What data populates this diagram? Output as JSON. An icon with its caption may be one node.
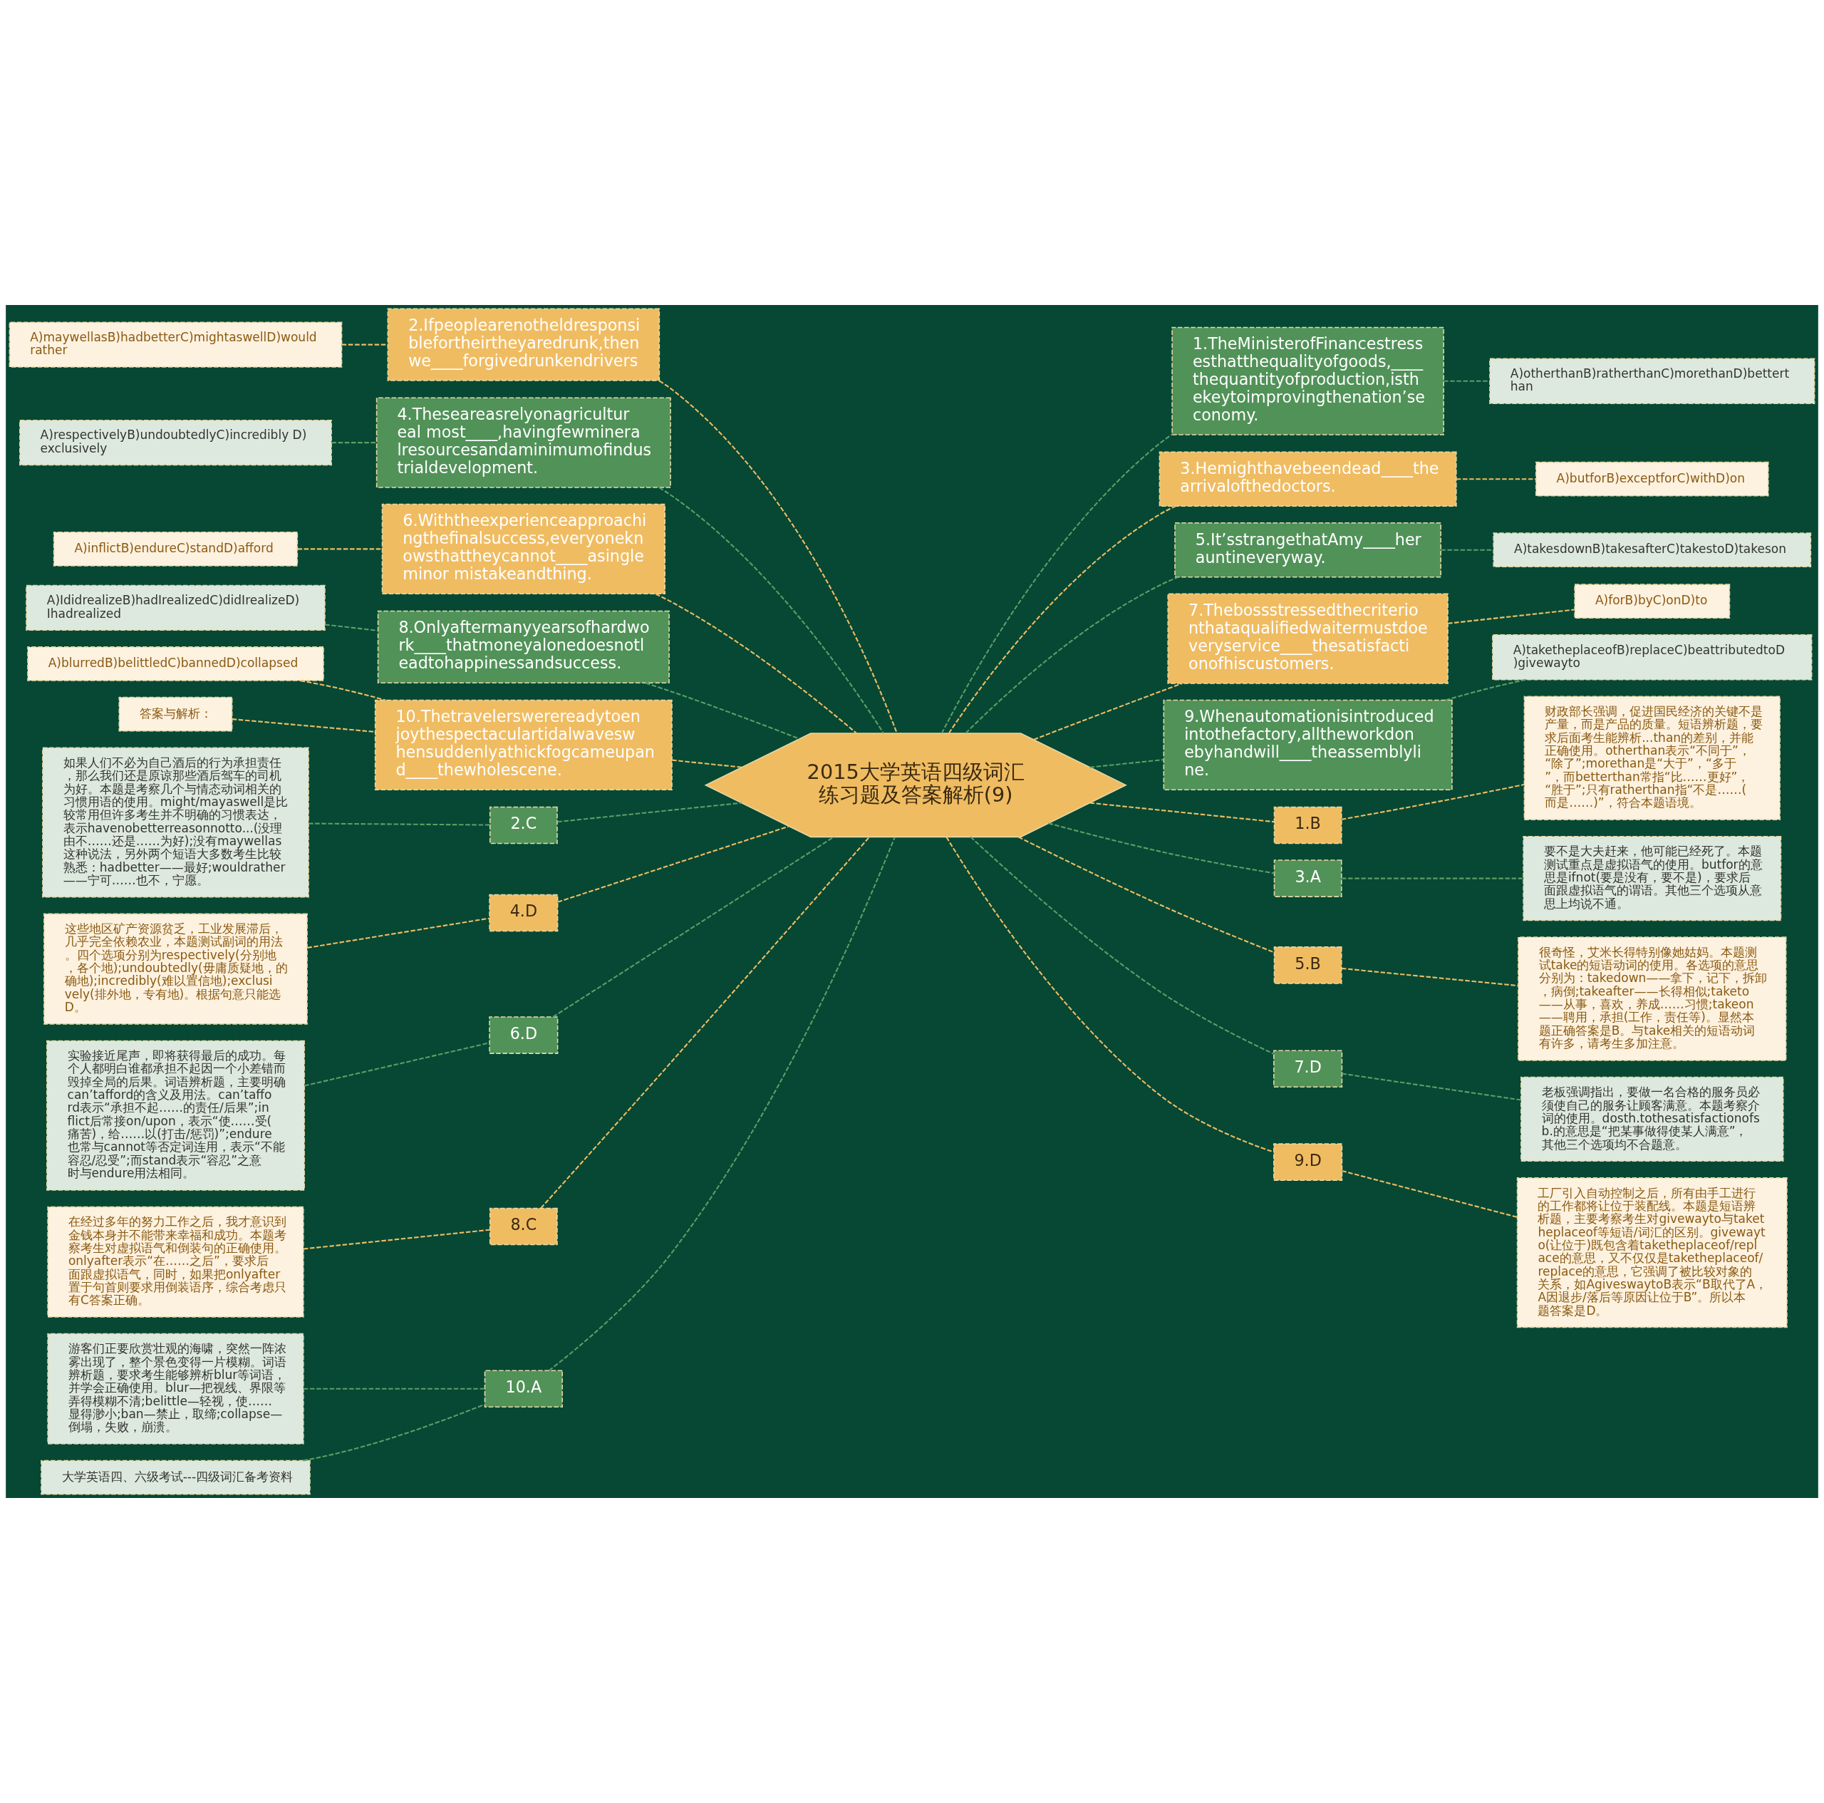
{
  "diagram": {
    "nodes": [
      {
        "text": [
          "2015大学英语四级词汇练习题及答案解析(9)"
        ]
      },
      {
        "text": [
          "2.Ifpeoplearenotheldresponsiblefortheirtheyaredrunk,thenwe____forgivedrunkendrivers"
        ]
      },
      {
        "text": [
          "A)maywellasB)hadbetterC)mightaswellD)wouldrather"
        ]
      },
      {
        "text": [
          "4.Theseareasrelyonagricultureal most____,havingfewmineralresourcesandaminimumofindustrialdevelopment."
        ]
      },
      {
        "text": [
          "A)respectivelyB)undoubtedlyC)incredibly D)exclusively"
        ]
      },
      {
        "text": [
          "6.Withtheexperienceapproachingthefinalsuccess,everyoneknowsthattheycannot____asingleminor mistakeandthing."
        ]
      },
      {
        "text": [
          "A)inflictB)endureC)standD)afford"
        ]
      },
      {
        "text": [
          "8.Onlyaftermanyyearsofhardwork____thatmoneyalonedoesnotleadtohappinessandsuccess."
        ]
      },
      {
        "text": [
          "A)IdidrealizeB)hadIrealizedC)didIrealizeD)Ihadrealized"
        ]
      },
      {
        "text": [
          "10.Thetravelerswerereadytoenjoythespectaculartidalwaveswhensuddenlyathickfogcameupand____thewholescene."
        ]
      },
      {
        "text": [
          "A)blurredB)belittledC)bannedD)collapsed"
        ]
      },
      {
        "text": [
          "答案与解析："
        ]
      },
      {
        "text": [
          "2.C"
        ]
      },
      {
        "text": [
          "如果人们不必为自己酒后的行为承担责任，那么我们还是原谅那些酒后驾车的司机为好。本题是考察几个与情态动词相关的习惯用语的使用。might/mayaswell是比较常用但许多考生并不明确的习惯表达，表示havenobetterreasonnotto...(没理由不……还是……为好);没有maywellas这种说法，另外两个短语大多数考生比较熟悉：hadbetter——最好;wouldrather——宁可……也不，宁愿。"
        ]
      },
      {
        "text": [
          "4.D"
        ]
      },
      {
        "text": [
          "这些地区矿产资源贫乏，工业发展滞后，几乎完全依赖农业，本题测试副词的用法。四个选项分别为respectively(分别地，各个地);undoubtedly(毋庸质疑地，的确地);incredibly(难以置信地);exclusively(排外地，专有地)。根据句意只能选D。"
        ]
      },
      {
        "text": [
          "6.D"
        ]
      },
      {
        "text": [
          "实验接近尾声，即将获得最后的成功。每个人都明白谁都承担不起因一个小差错而毁掉全局的后果。词语辨析题，主要明确can’tafford的含义及用法。can’tafford表示“承担不起……的责任/后果”;inflict后常接on/upon，表示“使……受(痛苦)，给……以(打击/惩罚)”;endure也常与cannot等否定词连用，表示“不能容忍/忍受”;而stand表示“容忍”之意时与endure用法相同。"
        ]
      },
      {
        "text": [
          "8.C"
        ]
      },
      {
        "text": [
          "在经过多年的努力工作之后，我才意识到金钱本身并不能带来幸福和成功。本题考察考生对虚拟语气和倒装句的正确使用。onlyafter表示“在……之后”，要求后面跟虚拟语气，同时，如果把onlyafter置于句首则要求用倒装语序，综合考虑只有C答案正确。"
        ]
      },
      {
        "text": [
          "10.A"
        ]
      },
      {
        "text": [
          "游客们正要欣赏壮观的海啸，突然一阵浓雾出现了，整个景色变得一片模糊。词语辨析题，要求考生能够辨析blur等词语，并学会正确使用。blur—把视线、界限等弄得模糊不清;belittle—轻视，使……显得渺小;ban—禁止，取缔;collapse—倒塌，失败，崩溃。"
        ]
      },
      {
        "text": [
          "大学英语四、六级考试---四级词汇备考资料"
        ]
      },
      {
        "text": [
          "1.TheMinisterofFinancestressesthatthequalityofgoods,____thequantityofproduction,isthekeytoimprovingthenation’seconomy."
        ]
      },
      {
        "text": [
          "A)otherthanB)ratherthanC)morethanD)betterthan"
        ]
      },
      {
        "text": [
          "3.Hemighthavebeendead____thearrivalofthedoctors."
        ]
      },
      {
        "text": [
          "A)butforB)exceptforC)withD)on"
        ]
      },
      {
        "text": [
          "5.It’sstrangethatAmy____herauntineveryway."
        ]
      },
      {
        "text": [
          "A)takesdownB)takesafterC)takestoD)takeson"
        ]
      },
      {
        "text": [
          "7.Thebossstressedthecriterionthataqualifiedwaitermustdoeveryservice____thesatisfactionofhiscustomers."
        ]
      },
      {
        "text": [
          "A)forB)byC)onD)to"
        ]
      },
      {
        "text": [
          "9.Whenautomationisintroducedintothefactory,alltheworkdonebyhandwill____theassemblyline."
        ]
      },
      {
        "text": [
          "A)taketheplaceofB)replaceC)beattributedtoD)givewayto"
        ]
      },
      {
        "text": [
          "1.B"
        ]
      },
      {
        "text": [
          "财政部长强调，促进国民经济的关键不是产量，而是产品的质量。短语辨析题，要求后面考生能辨析...than的差别，并能正确使用。otherthan表示“不同于”，“除了”;morethan是“大于”，“多于”，而betterthan常指“比……更好”，“胜于”;只有ratherthan指“不是……(而是……)”，符合本题语境。"
        ]
      },
      {
        "text": [
          "3.A"
        ]
      },
      {
        "text": [
          "要不是大夫赶来，他可能已经死了。本题测试重点是虚拟语气的使用。butfor的意思是ifnot(要是没有，要不是)，要求后面跟虚拟语气的谓语。其他三个选项从意思上均说不通。"
        ]
      },
      {
        "text": [
          "5.B"
        ]
      },
      {
        "text": [
          "很奇怪，艾米长得特别像她姑妈。本题测试take的短语动词的使用。各选项的意思分别为：takedown——拿下，记下，拆卸，病倒;takeafter——长得相似;taketo——从事，喜欢，养成……习惯;takeon——聘用，承担(工作，责任等)。显然本题正确答案是B。与take相关的短语动词有许多，请考生多加注意。"
        ]
      },
      {
        "text": [
          "7.D"
        ]
      },
      {
        "text": [
          "老板强调指出，要做一名合格的服务员必须使自己的服务让顾客满意。本题考察介词的使用。dosth.tothesatisfactionofsb.的意思是“把某事做得使某人满意”，其他三个选项均不合题意。"
        ]
      },
      {
        "text": [
          "9.D"
        ]
      },
      {
        "text": [
          "工厂引入自动控制之后，所有由手工进行的工作都将让位于装配线。本题是短语辨析题，主要考察考生对givewayto与taketheplaceof等短语/词汇的区别。givewayto(让位于)既包含着taketheplaceof/replace的意思，又不仅仅是taketheplaceof/replace的意思，它强调了被比较对象的关系，如AgiveswaytoB表示“B取代了A，A因退步/落后等原因让位于B”。所以本题答案是D。"
        ]
      }
    ],
    "edges": [
      {
        "from": 0,
        "to": 1,
        "arrow": "none",
        "style": "dashed",
        "color": "#f0bc62"
      },
      {
        "from": 1,
        "to": 2,
        "arrow": "none",
        "style": "dashed",
        "color": "#f0bc62"
      },
      {
        "from": 0,
        "to": 3,
        "arrow": "none",
        "style": "dashed",
        "color": "#5f9c66"
      },
      {
        "from": 3,
        "to": 4,
        "arrow": "none",
        "style": "dashed",
        "color": "#5f9c66"
      },
      {
        "from": 0,
        "to": 5,
        "arrow": "none",
        "style": "dashed",
        "color": "#f0bc62"
      },
      {
        "from": 5,
        "to": 6,
        "arrow": "none",
        "style": "dashed",
        "color": "#f0bc62"
      },
      {
        "from": 0,
        "to": 7,
        "arrow": "none",
        "style": "dashed",
        "color": "#5f9c66"
      },
      {
        "from": 7,
        "to": 8,
        "arrow": "none",
        "style": "dashed",
        "color": "#5f9c66"
      },
      {
        "from": 0,
        "to": 9,
        "arrow": "none",
        "style": "dashed",
        "color": "#f0bc62"
      },
      {
        "from": 9,
        "to": 10,
        "arrow": "none",
        "style": "dashed",
        "color": "#f0bc62"
      },
      {
        "from": 9,
        "to": 11,
        "arrow": "none",
        "style": "dashed",
        "color": "#f0bc62"
      },
      {
        "from": 0,
        "to": 12,
        "arrow": "none",
        "style": "dashed",
        "color": "#5f9c66"
      },
      {
        "from": 12,
        "to": 13,
        "arrow": "none",
        "style": "dashed",
        "color": "#5f9c66"
      },
      {
        "from": 0,
        "to": 14,
        "arrow": "none",
        "style": "dashed",
        "color": "#f0bc62"
      },
      {
        "from": 14,
        "to": 15,
        "arrow": "none",
        "style": "dashed",
        "color": "#f0bc62"
      },
      {
        "from": 0,
        "to": 16,
        "arrow": "none",
        "style": "dashed",
        "color": "#5f9c66"
      },
      {
        "from": 16,
        "to": 17,
        "arrow": "none",
        "style": "dashed",
        "color": "#5f9c66"
      },
      {
        "from": 0,
        "to": 18,
        "arrow": "none",
        "style": "dashed",
        "color": "#f0bc62"
      },
      {
        "from": 18,
        "to": 19,
        "arrow": "none",
        "style": "dashed",
        "color": "#f0bc62"
      },
      {
        "from": 0,
        "to": 20,
        "arrow": "none",
        "style": "dashed",
        "color": "#5f9c66"
      },
      {
        "from": 20,
        "to": 21,
        "arrow": "none",
        "style": "dashed",
        "color": "#5f9c66"
      },
      {
        "from": 20,
        "to": 22,
        "arrow": "none",
        "style": "dashed",
        "color": "#5f9c66"
      },
      {
        "from": 0,
        "to": 23,
        "arrow": "none",
        "style": "dashed",
        "color": "#5f9c66"
      },
      {
        "from": 23,
        "to": 24,
        "arrow": "none",
        "style": "dashed",
        "color": "#5f9c66"
      },
      {
        "from": 0,
        "to": 25,
        "arrow": "none",
        "style": "dashed",
        "color": "#f0bc62"
      },
      {
        "from": 25,
        "to": 26,
        "arrow": "none",
        "style": "dashed",
        "color": "#f0bc62"
      },
      {
        "from": 0,
        "to": 27,
        "arrow": "none",
        "style": "dashed",
        "color": "#5f9c66"
      },
      {
        "from": 27,
        "to": 28,
        "arrow": "none",
        "style": "dashed",
        "color": "#5f9c66"
      },
      {
        "from": 0,
        "to": 29,
        "arrow": "none",
        "style": "dashed",
        "color": "#f0bc62"
      },
      {
        "from": 29,
        "to": 30,
        "arrow": "none",
        "style": "dashed",
        "color": "#f0bc62"
      },
      {
        "from": 0,
        "to": 31,
        "arrow": "none",
        "style": "dashed",
        "color": "#5f9c66"
      },
      {
        "from": 31,
        "to": 32,
        "arrow": "none",
        "style": "dashed",
        "color": "#5f9c66"
      },
      {
        "from": 0,
        "to": 33,
        "arrow": "none",
        "style": "dashed",
        "color": "#f0bc62"
      },
      {
        "from": 33,
        "to": 34,
        "arrow": "none",
        "style": "dashed",
        "color": "#f0bc62"
      },
      {
        "from": 0,
        "to": 35,
        "arrow": "none",
        "style": "dashed",
        "color": "#5f9c66"
      },
      {
        "from": 35,
        "to": 36,
        "arrow": "none",
        "style": "dashed",
        "color": "#5f9c66"
      },
      {
        "from": 0,
        "to": 37,
        "arrow": "none",
        "style": "dashed",
        "color": "#f0bc62"
      },
      {
        "from": 37,
        "to": 38,
        "arrow": "none",
        "style": "dashed",
        "color": "#f0bc62"
      },
      {
        "from": 0,
        "to": 39,
        "arrow": "none",
        "style": "dashed",
        "color": "#5f9c66"
      },
      {
        "from": 39,
        "to": 40,
        "arrow": "none",
        "style": "dashed",
        "color": "#5f9c66"
      },
      {
        "from": 0,
        "to": 41,
        "arrow": "none",
        "style": "dashed",
        "color": "#f0bc62"
      },
      {
        "from": 41,
        "to": 42,
        "arrow": "none",
        "style": "dashed",
        "color": "#f0bc62"
      }
    ]
  }
}
